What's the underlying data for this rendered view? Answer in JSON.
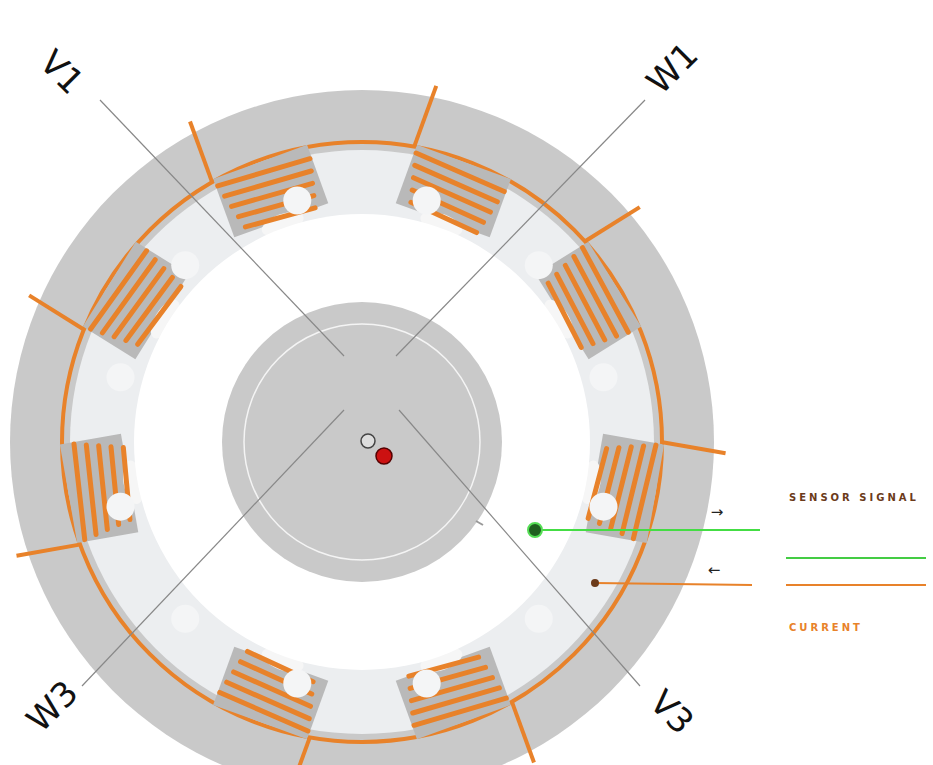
{
  "diagram": {
    "labels": [
      "V1",
      "W1",
      "W3",
      "V3",
      "→",
      "←"
    ],
    "legend": [
      {
        "text": "SENSOR SIGNAL"
      },
      {
        "text": "CURRENT"
      }
    ]
  }
}
